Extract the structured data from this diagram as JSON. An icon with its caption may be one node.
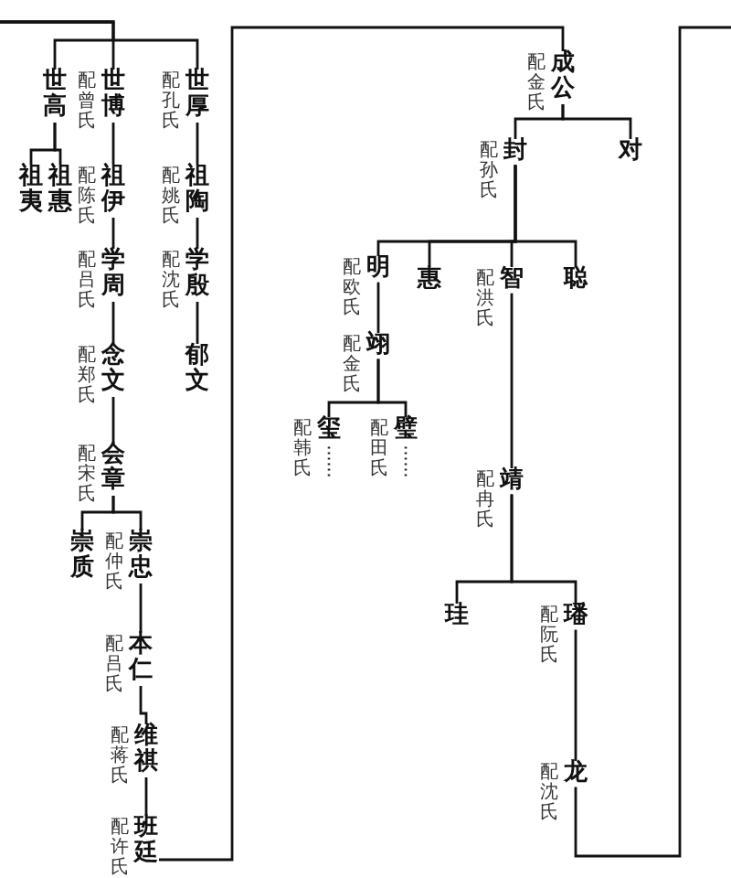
{
  "diagram": {
    "nodes": [
      {
        "text": [
          "世高"
        ]
      },
      {
        "text": [
          "世博"
        ],
        "beside": [
          "配曾氏"
        ]
      },
      {
        "text": [
          "世厚"
        ],
        "beside": [
          "配孔氏"
        ]
      },
      {
        "text": [
          "祖夷"
        ]
      },
      {
        "text": [
          "祖惠"
        ]
      },
      {
        "text": [
          "祖伊"
        ],
        "beside": [
          "配陈氏"
        ]
      },
      {
        "text": [
          "祖陶"
        ],
        "beside": [
          "配姚氏"
        ]
      },
      {
        "text": [
          "学周"
        ],
        "beside": [
          "配吕氏"
        ]
      },
      {
        "text": [
          "学殷"
        ],
        "beside": [
          "配沈氏"
        ]
      },
      {
        "text": [
          "念文"
        ],
        "beside": [
          "配郑氏"
        ]
      },
      {
        "text": [
          "郁文"
        ]
      },
      {
        "text": [
          "会章"
        ],
        "beside": [
          "配宋氏"
        ]
      },
      {
        "text": [
          "崇质"
        ]
      },
      {
        "text": [
          "崇忠"
        ],
        "beside": [
          "配仲氏"
        ]
      },
      {
        "text": [
          "本仁"
        ],
        "beside": [
          "配吕氏"
        ]
      },
      {
        "text": [
          "维祺"
        ],
        "beside": [
          "配蒋氏"
        ]
      },
      {
        "text": [
          "班廷"
        ],
        "beside": [
          "配许氏"
        ]
      },
      {
        "text": [
          "成公"
        ],
        "beside": [
          "配金氏"
        ]
      },
      {
        "text": [
          "封"
        ],
        "beside": [
          "配孙氏"
        ]
      },
      {
        "text": [
          "对"
        ]
      },
      {
        "text": [
          "明"
        ],
        "beside": [
          "配欧氏"
        ]
      },
      {
        "text": [
          "惠"
        ]
      },
      {
        "text": [
          "智"
        ],
        "beside": [
          "配洪氏"
        ]
      },
      {
        "text": [
          "聪"
        ]
      },
      {
        "text": [
          "翊"
        ],
        "beside": [
          "配金氏"
        ]
      },
      {
        "text": [
          "玺"
        ],
        "beside": [
          "配韩氏"
        ]
      },
      {
        "text": [
          "璧"
        ],
        "beside": [
          "配田氏"
        ]
      },
      {
        "text": [
          "靖"
        ],
        "beside": [
          "配冉氏"
        ]
      },
      {
        "text": [
          "珪"
        ]
      },
      {
        "text": [
          "璠"
        ],
        "beside": [
          "配阮氏"
        ]
      },
      {
        "text": [
          "龙"
        ],
        "beside": [
          "配沈氏"
        ]
      }
    ],
    "edges": [
      {
        "from": null,
        "to": 0,
        "arrow": "none"
      },
      {
        "from": null,
        "to": 1,
        "arrow": "none"
      },
      {
        "from": null,
        "to": 2,
        "arrow": "none"
      },
      {
        "from": 0,
        "to": 3,
        "arrow": "none"
      },
      {
        "from": 0,
        "to": 4,
        "arrow": "none"
      },
      {
        "from": 1,
        "to": 5,
        "arrow": "none"
      },
      {
        "from": 2,
        "to": 6,
        "arrow": "none"
      },
      {
        "from": 5,
        "to": 7,
        "arrow": "none"
      },
      {
        "from": 6,
        "to": 8,
        "arrow": "none"
      },
      {
        "from": 7,
        "to": 9,
        "arrow": "none"
      },
      {
        "from": 8,
        "to": 10,
        "arrow": "none"
      },
      {
        "from": 9,
        "to": 11,
        "arrow": "none"
      },
      {
        "from": 11,
        "to": 12,
        "arrow": "none"
      },
      {
        "from": 11,
        "to": 13,
        "arrow": "none"
      },
      {
        "from": 13,
        "to": 14,
        "arrow": "none"
      },
      {
        "from": 14,
        "to": 15,
        "arrow": "none"
      },
      {
        "from": 15,
        "to": 16,
        "arrow": "none"
      },
      {
        "from": 16,
        "to": 17,
        "arrow": "none"
      },
      {
        "from": 17,
        "to": 18,
        "arrow": "none"
      },
      {
        "from": 17,
        "to": 19,
        "arrow": "none"
      },
      {
        "from": 18,
        "to": 20,
        "arrow": "none"
      },
      {
        "from": 18,
        "to": 21,
        "arrow": "none"
      },
      {
        "from": 18,
        "to": 22,
        "arrow": "none"
      },
      {
        "from": 18,
        "to": 23,
        "arrow": "none"
      },
      {
        "from": 20,
        "to": 24,
        "arrow": "none"
      },
      {
        "from": 24,
        "to": 25,
        "arrow": "none"
      },
      {
        "from": 24,
        "to": 26,
        "arrow": "none"
      },
      {
        "from": 22,
        "to": 27,
        "arrow": "none"
      },
      {
        "from": 27,
        "to": 28,
        "arrow": "none"
      },
      {
        "from": 27,
        "to": 29,
        "arrow": "none"
      },
      {
        "from": 29,
        "to": 30,
        "arrow": "none"
      },
      {
        "from": 30,
        "to": null,
        "arrow": "none"
      }
    ]
  }
}
